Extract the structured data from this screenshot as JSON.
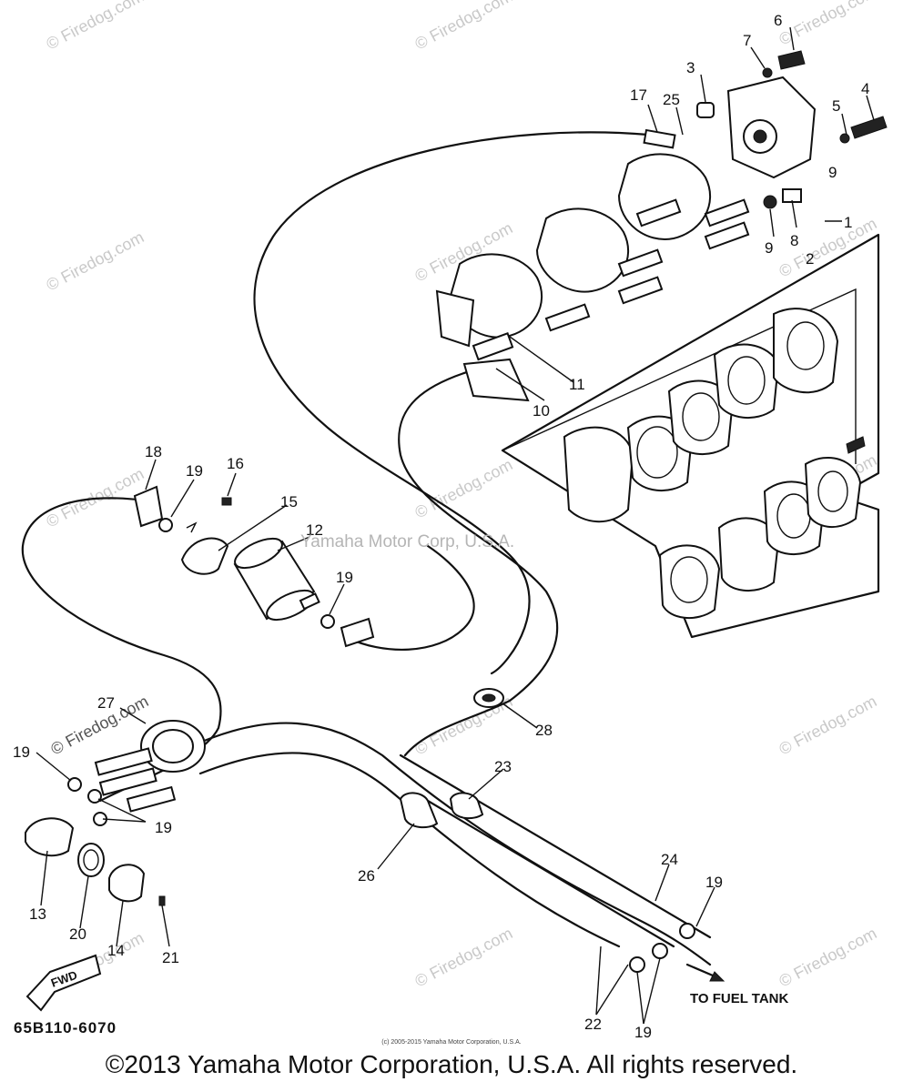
{
  "diagram": {
    "code": "65B110-6070",
    "to_fuel_tank": "TO FUEL TANK",
    "fwd": "FWD",
    "center_watermark": "Yamaha Motor Corp, U.S.A.",
    "watermark": "© Firedog.com",
    "tiny_copyright": "(c) 2005-2015 Yamaha Motor Corporation, U.S.A.",
    "footer": "©2013 Yamaha Motor Corporation, U.S.A. All rights reserved.",
    "callouts": [
      "1",
      "2",
      "3",
      "4",
      "5",
      "6",
      "7",
      "8",
      "9",
      "9",
      "10",
      "11",
      "12",
      "13",
      "14",
      "15",
      "16",
      "17",
      "18",
      "19",
      "19",
      "19",
      "19",
      "19",
      "20",
      "21",
      "22",
      "23",
      "24",
      "25",
      "26",
      "27",
      "28"
    ]
  }
}
